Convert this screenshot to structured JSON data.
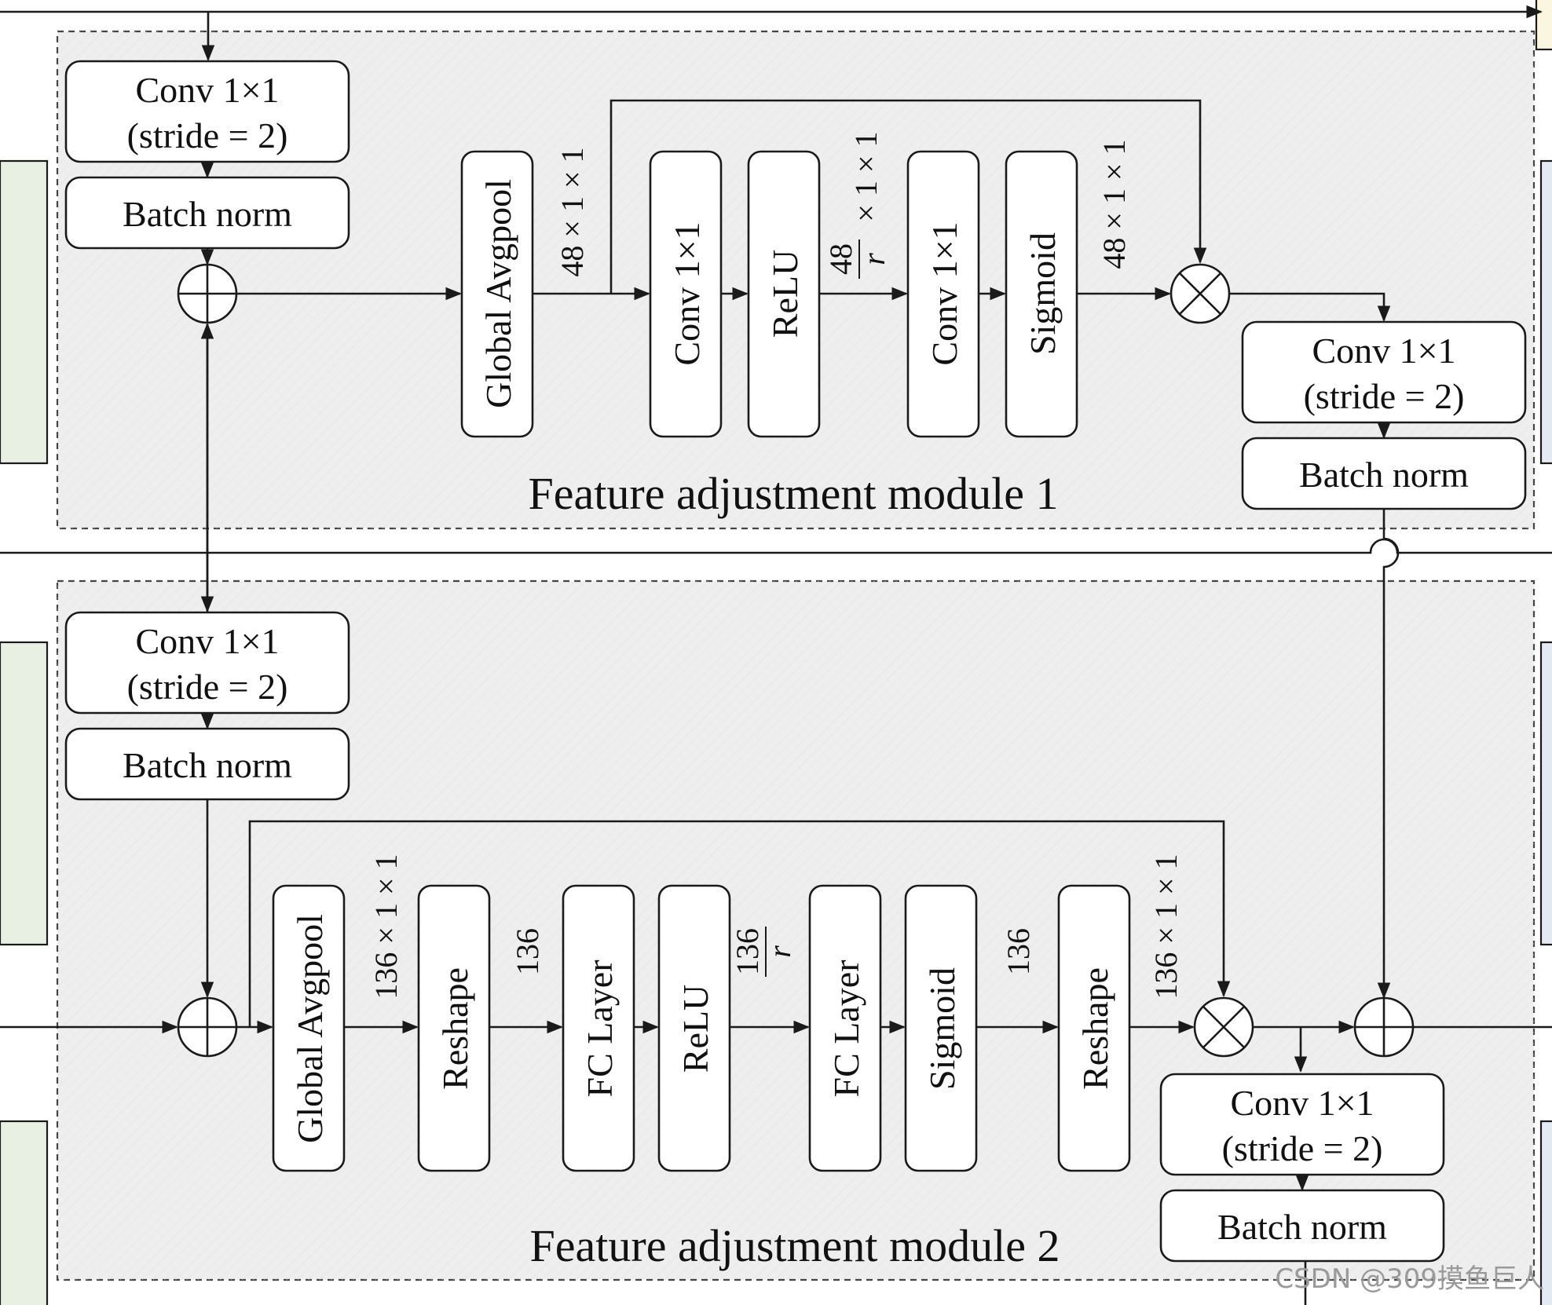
{
  "module1": {
    "title": "Feature adjustment module 1",
    "conv_in_line1": "Conv 1×1",
    "conv_in_line2": "(stride = 2)",
    "bn_in": "Batch norm",
    "global_avgpool": "Global Avgpool",
    "dim_after_pool": "48 × 1 × 1",
    "conv_a": "Conv 1×1",
    "relu": "ReLU",
    "ratio_num": "48",
    "ratio_den": "r",
    "ratio_suffix": "× 1 × 1",
    "conv_b": "Conv 1×1",
    "sigmoid": "Sigmoid",
    "dim_after_sigmoid": "48 × 1 × 1",
    "conv_out_line1": "Conv 1×1",
    "conv_out_line2": "(stride = 2)",
    "bn_out": "Batch norm"
  },
  "module2": {
    "title": "Feature adjustment module 2",
    "conv_in_line1": "Conv 1×1",
    "conv_in_line2": "(stride = 2)",
    "bn_in": "Batch norm",
    "global_avgpool": "Global Avgpool",
    "dim_after_pool": "136 × 1 × 1",
    "reshape_a": "Reshape",
    "dim_after_reshape": "136",
    "fc_a": "FC Layer",
    "relu": "ReLU",
    "ratio_num": "136",
    "ratio_den": "r",
    "fc_b": "FC Layer",
    "sigmoid": "Sigmoid",
    "dim_after_sigmoid": "136",
    "reshape_b": "Reshape",
    "dim_after_reshape_b": "136 × 1 × 1",
    "conv_out_line1": "Conv 1×1",
    "conv_out_line2": "(stride = 2)",
    "bn_out": "Batch norm"
  },
  "watermark": "CSDN @309摸鱼巨人",
  "colors": {
    "module_fill": "#eeeeee",
    "side_green": "#e8f0e4",
    "side_blue": "#e4eaf2",
    "side_yellow": "#fbf6e0"
  }
}
